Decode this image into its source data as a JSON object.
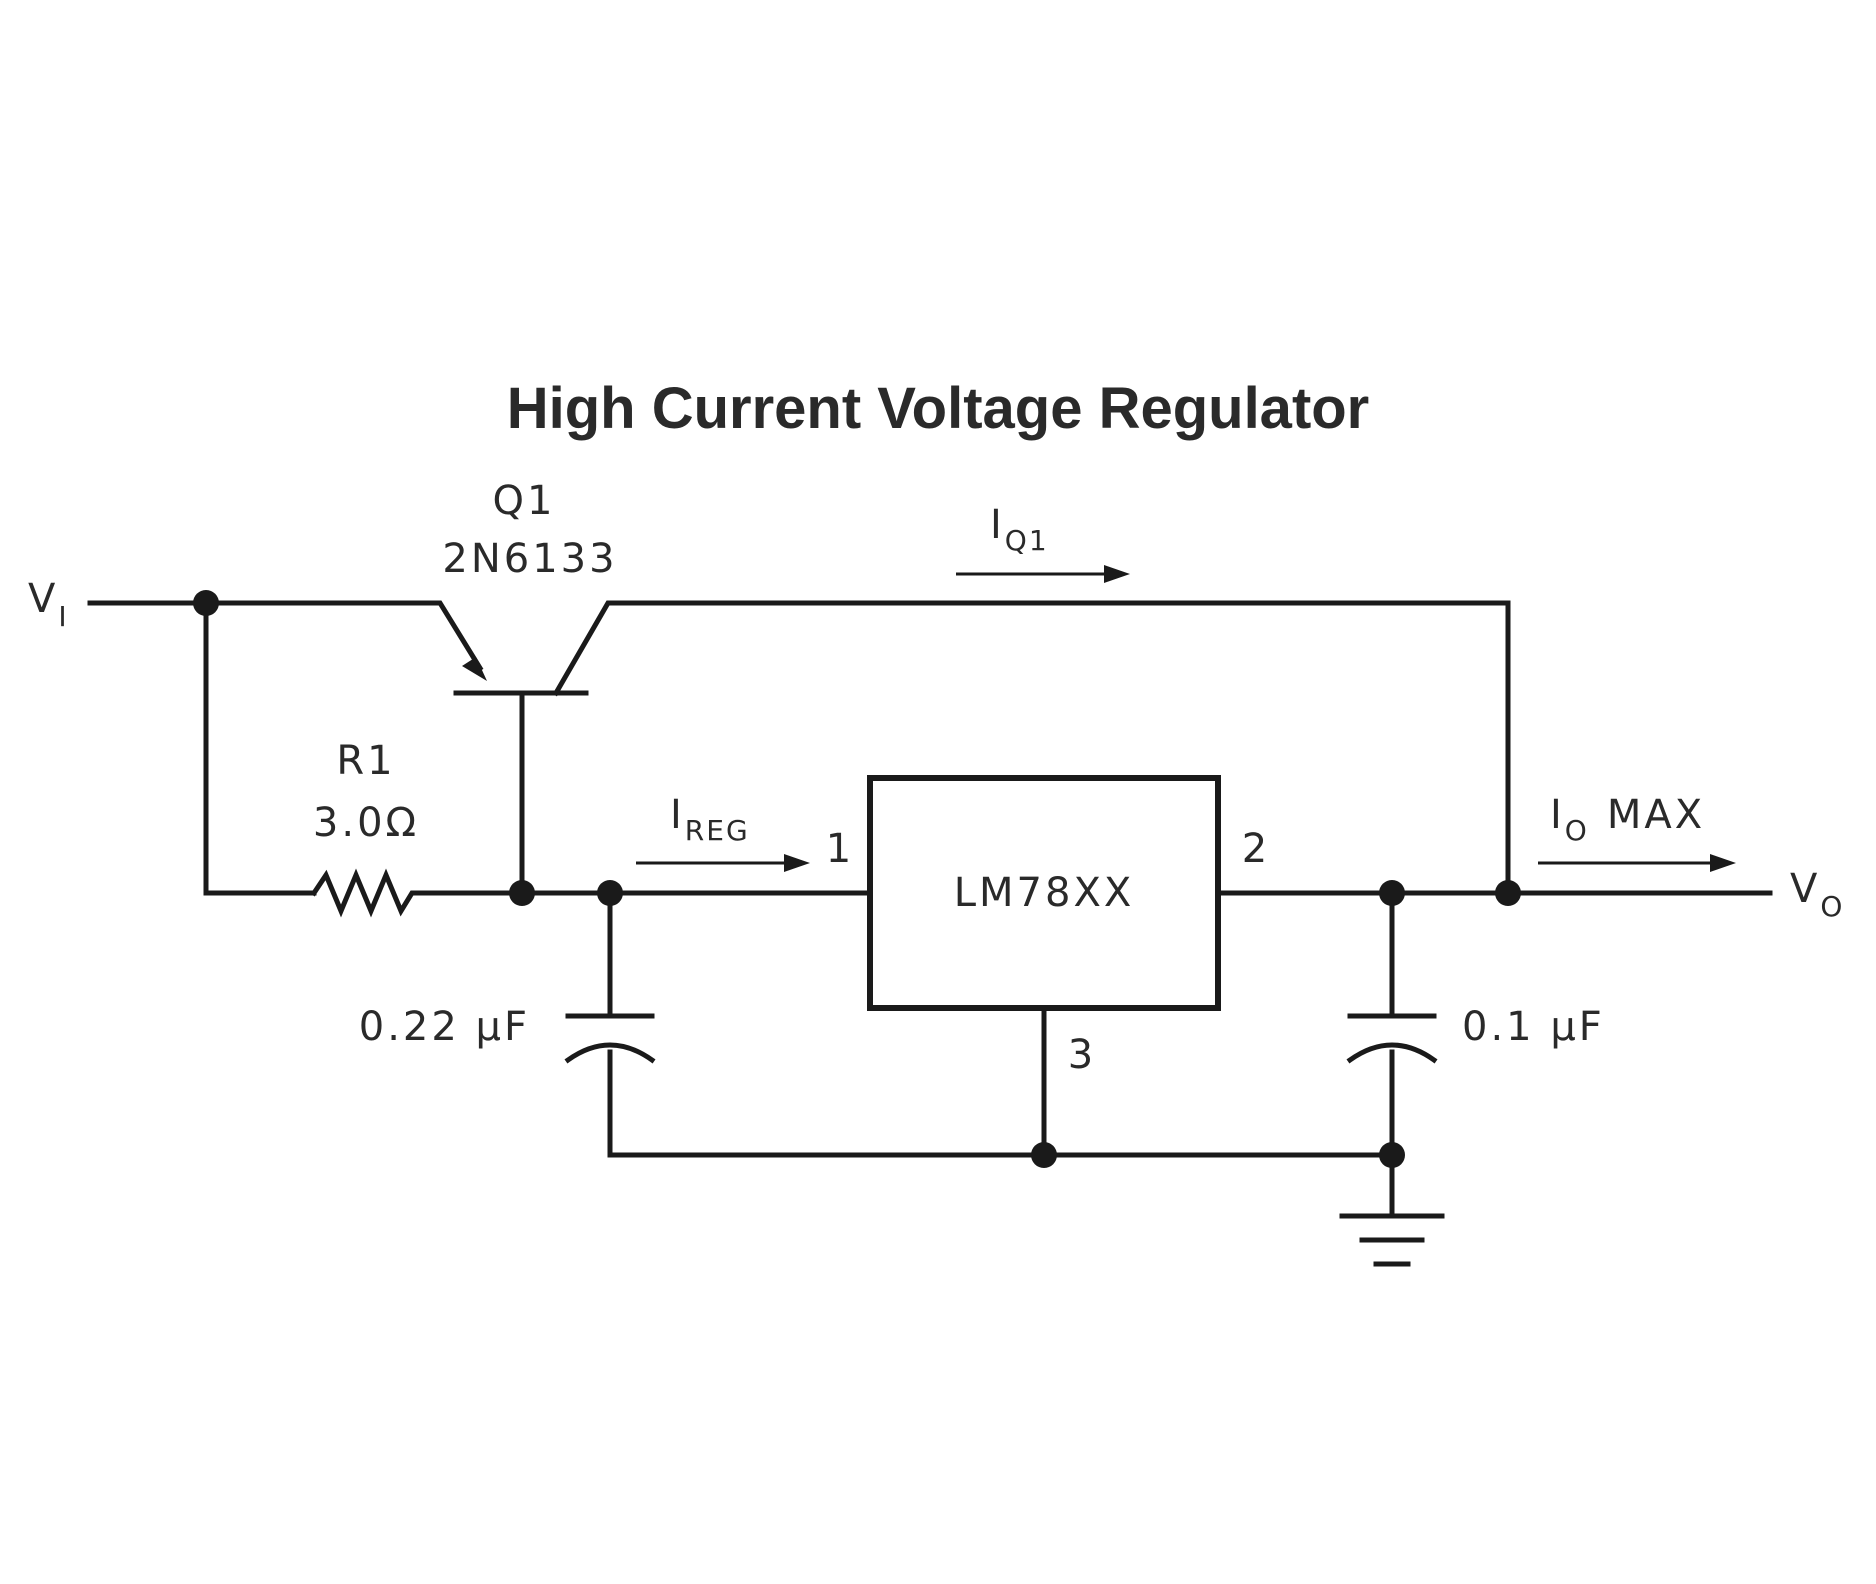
{
  "title": "High Current Voltage Regulator",
  "components": {
    "q1": {
      "ref": "Q1",
      "part": "2N6133"
    },
    "r1": {
      "ref": "R1",
      "value": "3.0Ω"
    },
    "c_in": {
      "value": "0.22 µF"
    },
    "c_out": {
      "value": "0.1 µF"
    },
    "regulator": {
      "part": "LM78XX",
      "pin_in": "1",
      "pin_out": "2",
      "pin_gnd": "3"
    }
  },
  "signals": {
    "vin": {
      "main": "V",
      "sub": "I"
    },
    "vout": {
      "main": "V",
      "sub": "O"
    },
    "iq1": {
      "main": "I",
      "sub": "Q1"
    },
    "ireg": {
      "main": "I",
      "sub": "REG"
    },
    "iomax": {
      "main": "I",
      "sub": "O",
      "suffix": "MAX"
    }
  }
}
